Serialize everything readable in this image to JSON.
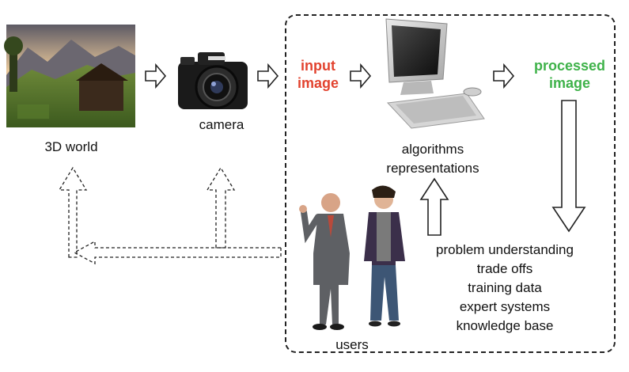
{
  "nodes": {
    "world": {
      "label": "3D world"
    },
    "camera": {
      "label": "camera"
    },
    "input_image": {
      "label_line1": "input",
      "label_line2": "image"
    },
    "processed_image": {
      "label_line1": "processed",
      "label_line2": "image"
    },
    "computer": {
      "label_line1": "algorithms",
      "label_line2": "representations"
    },
    "users": {
      "label": "users"
    },
    "knowledge": {
      "lines": [
        "problem understanding",
        "trade offs",
        "training data",
        "expert systems",
        "knowledge base"
      ]
    }
  },
  "colors": {
    "input": "#e2432f",
    "processed": "#3fb24a",
    "stroke": "#222222"
  }
}
